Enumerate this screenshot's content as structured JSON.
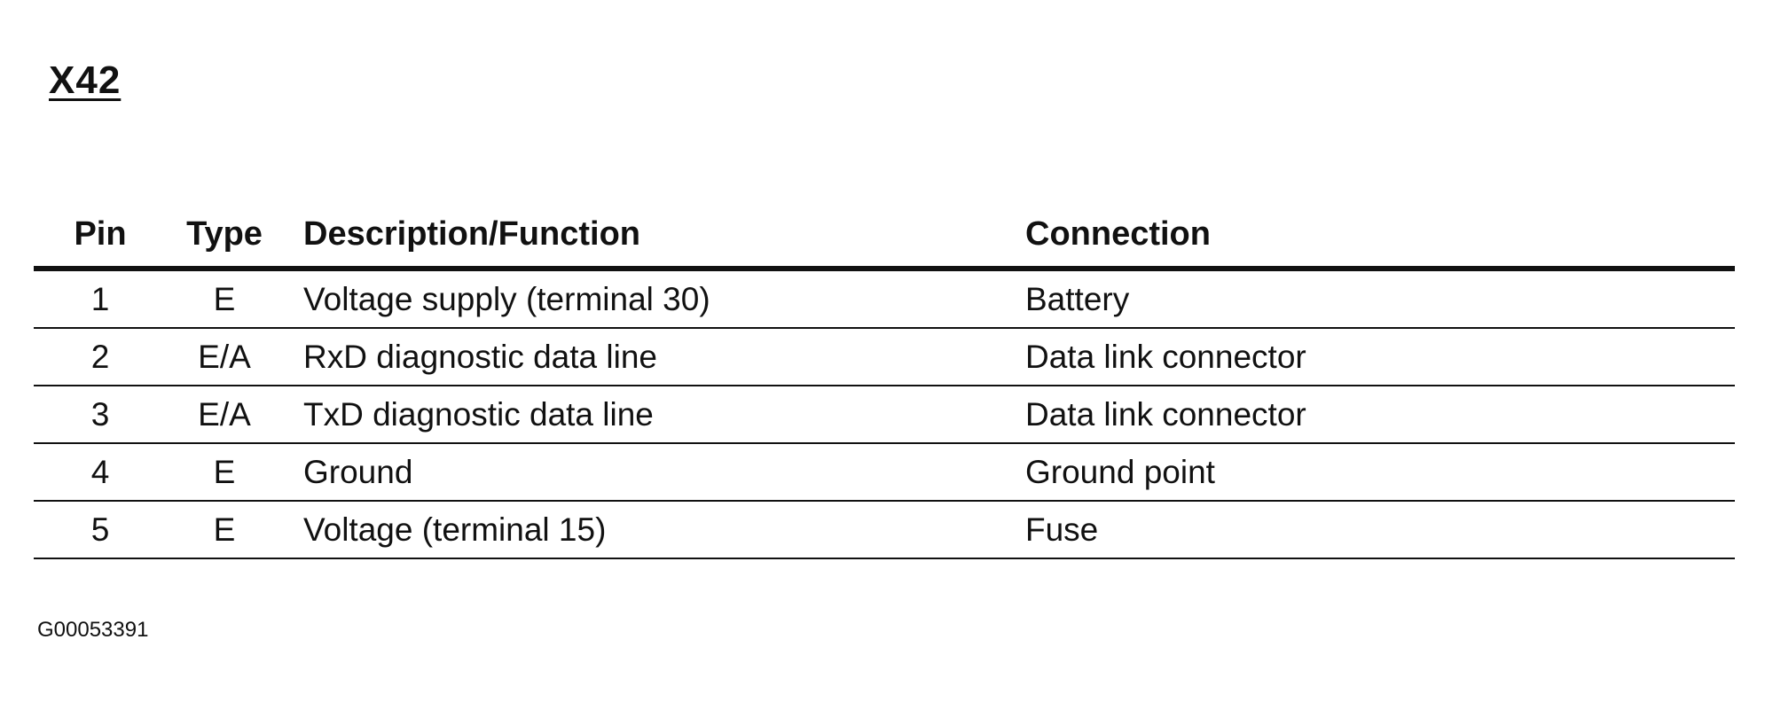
{
  "title": "X42",
  "table": {
    "headers": {
      "pin": "Pin",
      "type": "Type",
      "description": "Description/Function",
      "connection": "Connection"
    },
    "rows": [
      {
        "pin": "1",
        "type": "E",
        "description": "Voltage supply (terminal 30)",
        "connection": "Battery"
      },
      {
        "pin": "2",
        "type": "E/A",
        "description": "RxD diagnostic data line",
        "connection": "Data link connector"
      },
      {
        "pin": "3",
        "type": "E/A",
        "description": "TxD diagnostic data line",
        "connection": "Data link connector"
      },
      {
        "pin": "4",
        "type": "E",
        "description": "Ground",
        "connection": "Ground point"
      },
      {
        "pin": "5",
        "type": "E",
        "description": "Voltage (terminal 15)",
        "connection": "Fuse"
      }
    ]
  },
  "reference_code": "G00053391"
}
